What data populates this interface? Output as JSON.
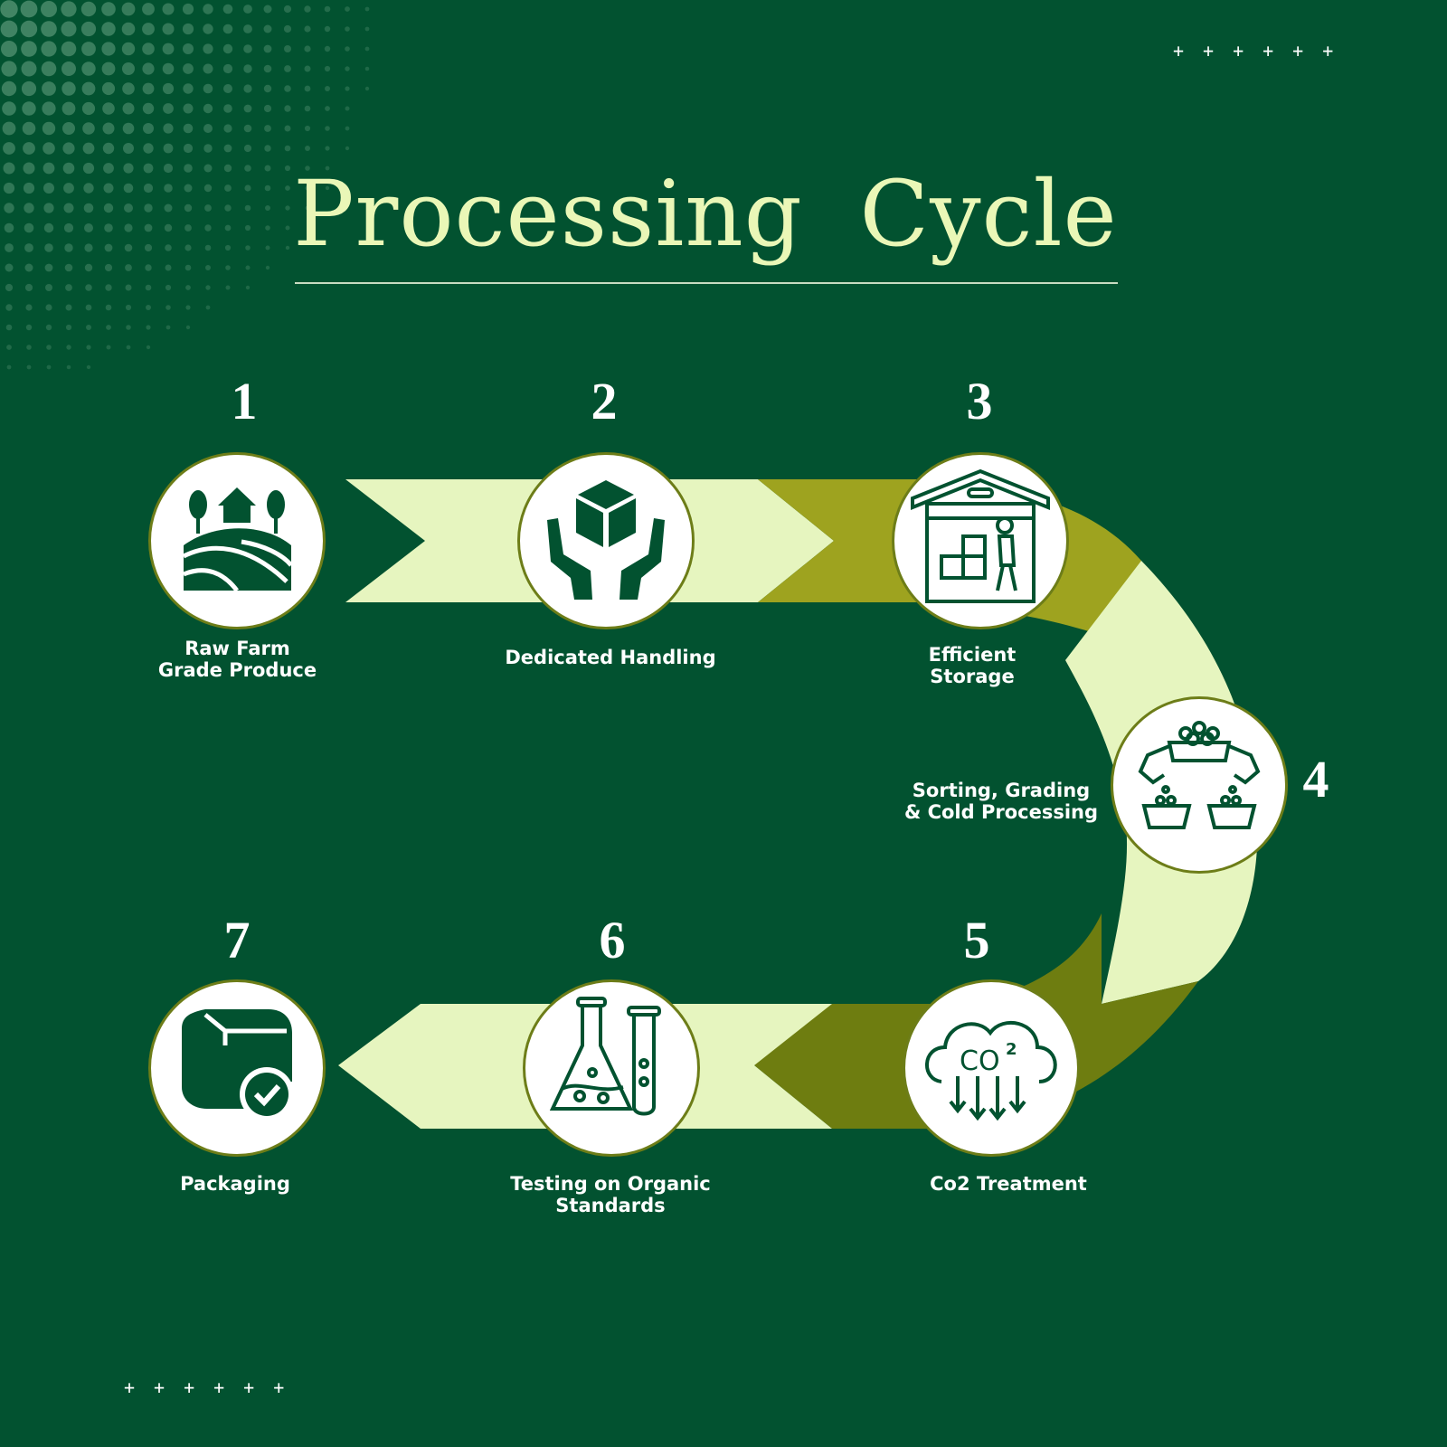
{
  "title": "Processing  Cycle",
  "decorations": {
    "plus_row": "++++++"
  },
  "colors": {
    "background": "#025230",
    "title": "#eaf7b7",
    "band_light": "#e6f5bf",
    "band_olive": "#9ea31f",
    "band_dark_olive": "#6e7d10",
    "icon": "#025230"
  },
  "steps": [
    {
      "number": "1",
      "label_lines": [
        "Raw Farm",
        "Grade Produce"
      ],
      "icon": "farm-icon"
    },
    {
      "number": "2",
      "label_lines": [
        "Dedicated Handling"
      ],
      "icon": "box-in-hands-icon"
    },
    {
      "number": "3",
      "label_lines": [
        "Efficient",
        "Storage"
      ],
      "icon": "warehouse-icon"
    },
    {
      "number": "4",
      "label_lines": [
        "Sorting, Grading",
        "& Cold Processing"
      ],
      "icon": "sorting-baskets-icon"
    },
    {
      "number": "5",
      "label_lines": [
        "Co2 Treatment"
      ],
      "icon": "co2-cloud-icon"
    },
    {
      "number": "6",
      "label_lines": [
        "Testing on Organic",
        "Standards"
      ],
      "icon": "lab-flask-icon"
    },
    {
      "number": "7",
      "label_lines": [
        "Packaging"
      ],
      "icon": "package-check-icon"
    }
  ]
}
